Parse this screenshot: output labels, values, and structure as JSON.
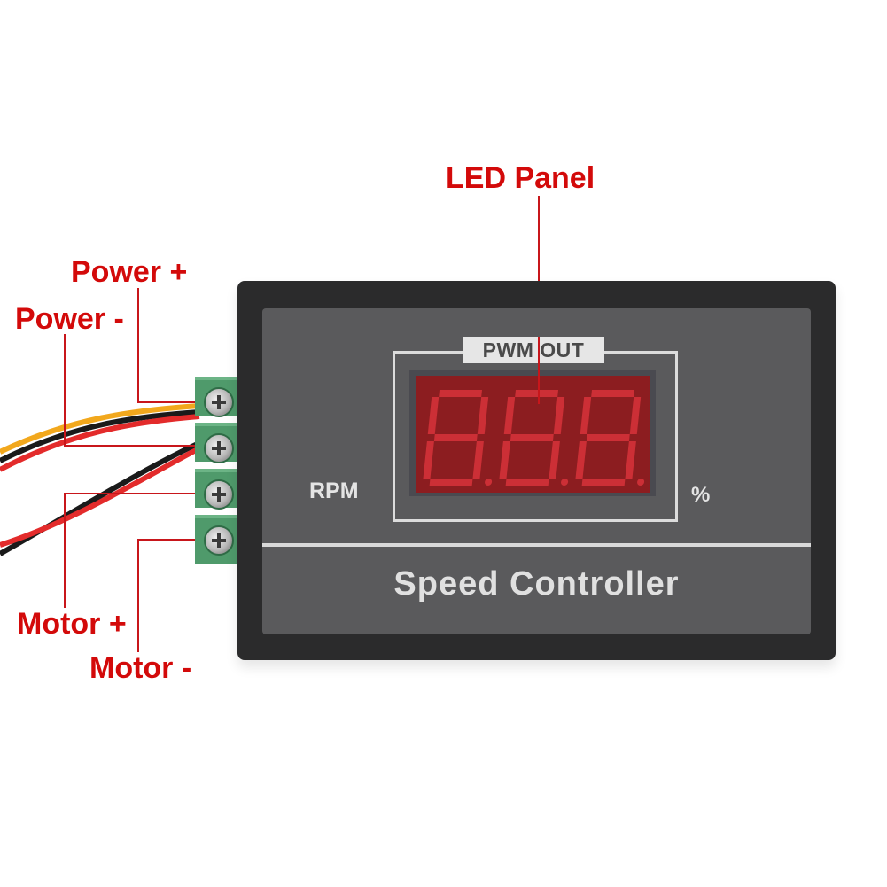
{
  "callouts": {
    "led_panel": "LED Panel",
    "power_plus": "Power +",
    "power_minus": "Power -",
    "motor_plus": "Motor +",
    "motor_minus": "Motor -"
  },
  "device": {
    "display_label": "PWM OUT",
    "display_digits": [
      "8.",
      "8.",
      "8."
    ],
    "left_unit": "RPM",
    "right_unit": "%",
    "title": "Speed Controller"
  },
  "terminals": [
    {
      "name": "Power +",
      "wire_color": "#f2a81d"
    },
    {
      "name": "Power -",
      "wire_color": "#1a1a1a"
    },
    {
      "name": "Motor +",
      "wire_color": "#e32b2b"
    },
    {
      "name": "Motor -",
      "wire_color": "#1a1a1a"
    }
  ],
  "colors": {
    "callout_text": "#d30a0a",
    "leader_line": "#c8161b",
    "case": "#2b2b2c",
    "faceplate": "#5a5a5c",
    "led_window": "#8c1d20",
    "led_segment": "#d8333a",
    "terminal_block": "#4f9a6b"
  }
}
